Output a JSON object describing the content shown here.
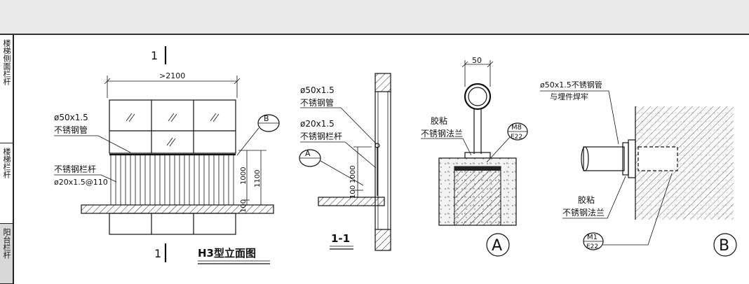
{
  "sidebar": {
    "tabs": [
      {
        "label": "楼梯侧面栏杆"
      },
      {
        "label": "楼梯栏杆"
      },
      {
        "label": "阳台栏杆"
      }
    ]
  },
  "labels": {
    "elev_dim_width": ">2100",
    "elev_section_mark_top": "1",
    "elev_section_mark_bottom": "1",
    "elev_pipe_l1": "ø50x1.5",
    "elev_pipe_l2": "不锈钢管",
    "elev_rail_l1": "不锈钢栏杆",
    "elev_rail_l2": "ø20x1.5@110",
    "elev_callout_b": "B",
    "elev_dim_100": "100",
    "elev_dim_1000": "1000",
    "elev_dim_1100": "1100",
    "elev_title": "H3型立面图",
    "sec_pipe_l1": "ø50x1.5",
    "sec_pipe_l2": "不锈钢管",
    "sec_rail_l1": "ø20x1.5",
    "sec_rail_l2": "不锈钢栏杆",
    "sec_callout_a": "A",
    "sec_dim_100": "100",
    "sec_dim_1000": "1000",
    "sec_title": "1-1",
    "detA_dim_50": "50",
    "detA_glue_l1": "胶粘",
    "detA_glue_l2": "不锈钢法兰",
    "detA_tag_top": "M8",
    "detA_tag_bottom": "E22",
    "detA_title": "A",
    "detB_pipe_l1": "ø50x1.5不锈钢管",
    "detB_pipe_l2": "与埋件焊牢",
    "detB_glue_l1": "胶粘",
    "detB_glue_l2": "不锈钢法兰",
    "detB_tag_top": "M1",
    "detB_tag_bottom": "E22",
    "detB_title": "B"
  }
}
